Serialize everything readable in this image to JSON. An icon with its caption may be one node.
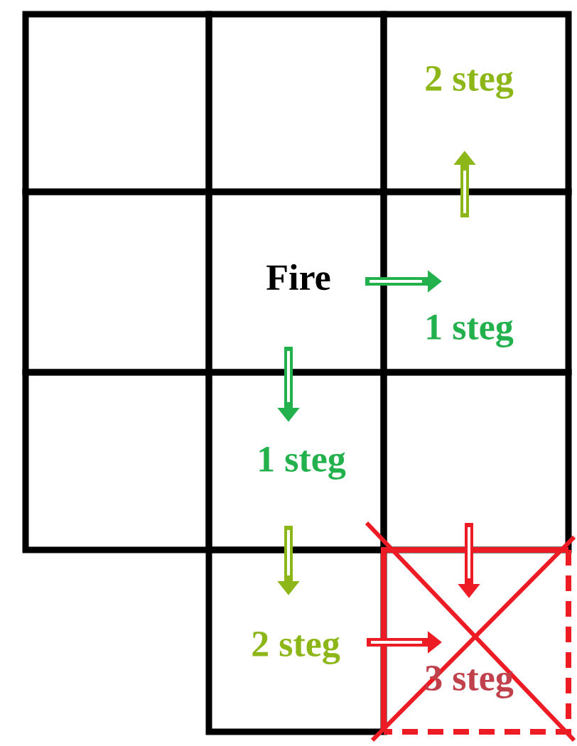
{
  "diagram": {
    "nodes": [
      {
        "text": [],
        "shape": "box"
      },
      {
        "text": [],
        "shape": "box"
      },
      {
        "text": [
          "2 steg"
        ]
      },
      {
        "text": [],
        "shape": "box"
      },
      {
        "text": [
          "Fire"
        ]
      },
      {
        "text": [
          "1 steg"
        ]
      },
      {
        "text": [
          "1 steg"
        ]
      },
      {
        "text": [],
        "shape": "box"
      },
      {
        "text": [],
        "shape": "box"
      },
      {
        "text": [
          "2 steg"
        ]
      },
      {
        "text": [
          "3 steg"
        ]
      }
    ],
    "edges": [
      {
        "from": 4,
        "to": 5,
        "arrow": "to",
        "color": "#22b14c"
      },
      {
        "from": 5,
        "to": 2,
        "arrow": "to",
        "color": "#8db618"
      },
      {
        "from": 4,
        "to": 6,
        "arrow": "to",
        "color": "#22b14c"
      },
      {
        "from": 6,
        "to": 9,
        "arrow": "to",
        "color": "#8db618"
      },
      {
        "from": 9,
        "to": 10,
        "arrow": "to",
        "color": "#ed1c24"
      },
      {
        "from": 8,
        "to": 10,
        "arrow": "to",
        "color": "#ed1c24"
      }
    ]
  }
}
